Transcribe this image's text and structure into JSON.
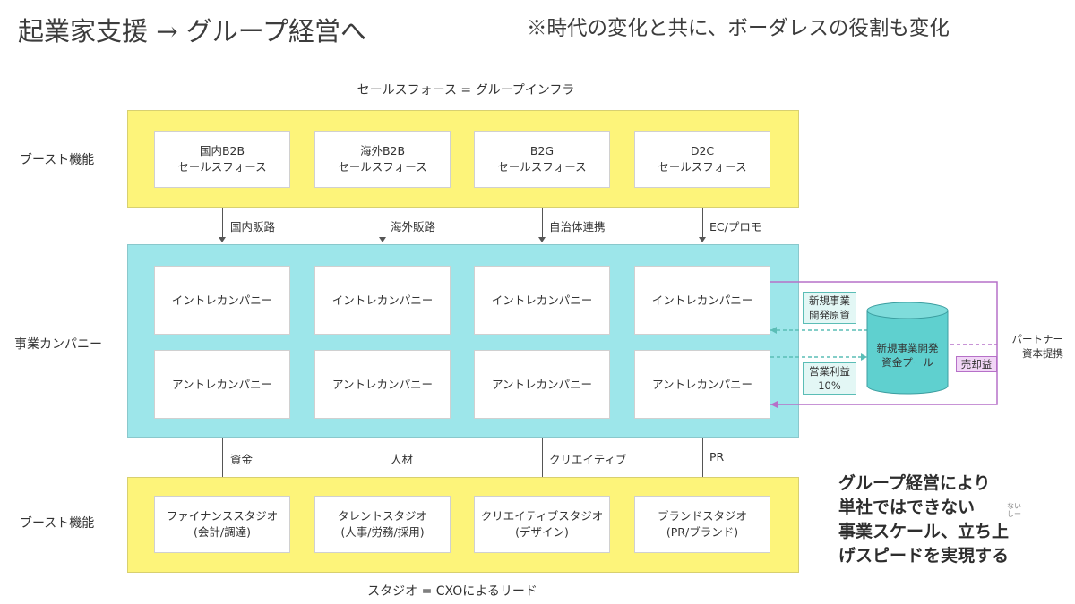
{
  "title": "起業家支援 → グループ経営へ",
  "note": "※時代の変化と共に、ボーダレスの役割も変化",
  "top_caption": "セールスフォース = グループインフラ",
  "bottom_caption": "スタジオ = CXOによるリード",
  "rows": {
    "top_label": "ブースト機能",
    "middle_label": "事業カンパニー",
    "bottom_label": "ブースト機能"
  },
  "top_cards": [
    {
      "line1": "国内B2B",
      "line2": "セールスフォース"
    },
    {
      "line1": "海外B2B",
      "line2": "セールスフォース"
    },
    {
      "line1": "B2G",
      "line2": "セールスフォース"
    },
    {
      "line1": "D2C",
      "line2": "セールスフォース"
    }
  ],
  "top_links": [
    "国内販路",
    "海外販路",
    "自治体連携",
    "EC/プロモ"
  ],
  "company_cards_row1": [
    "イントレカンパニー",
    "イントレカンパニー",
    "イントレカンパニー",
    "イントレカンパニー"
  ],
  "company_cards_row2": [
    "アントレカンパニー",
    "アントレカンパニー",
    "アントレカンパニー",
    "アントレカンパニー"
  ],
  "bottom_links": [
    "資金",
    "人材",
    "クリエイティブ",
    "PR"
  ],
  "bottom_cards": [
    {
      "line1": "ファイナンススタジオ",
      "line2": "(会計/調達)"
    },
    {
      "line1": "タレントスタジオ",
      "line2": "(人事/労務/採用)"
    },
    {
      "line1": "クリエイティブスタジオ",
      "line2": "(デザイン)"
    },
    {
      "line1": "ブランドスタジオ",
      "line2": "(PR/ブランド)"
    }
  ],
  "fund": {
    "new_business_line1": "新規事業",
    "new_business_line2": "開発原資",
    "profit_line1": "営業利益",
    "profit_line2": "10%",
    "pool_line1": "新規事業開発",
    "pool_line2": "資金プール",
    "sale_profit": "売却益",
    "partner_line1": "パートナー",
    "partner_line2": "資本提携"
  },
  "summary": [
    "グループ経営により",
    "単社ではできない",
    "事業スケール、立ち上",
    "げスピードを実現する"
  ],
  "summary_fragment": [
    "ない",
    "しー"
  ],
  "colors": {
    "yellow": "#fdf47a",
    "cyan": "#9de6ea",
    "purple": "#b670c8",
    "teal": "#5bbdb6"
  }
}
